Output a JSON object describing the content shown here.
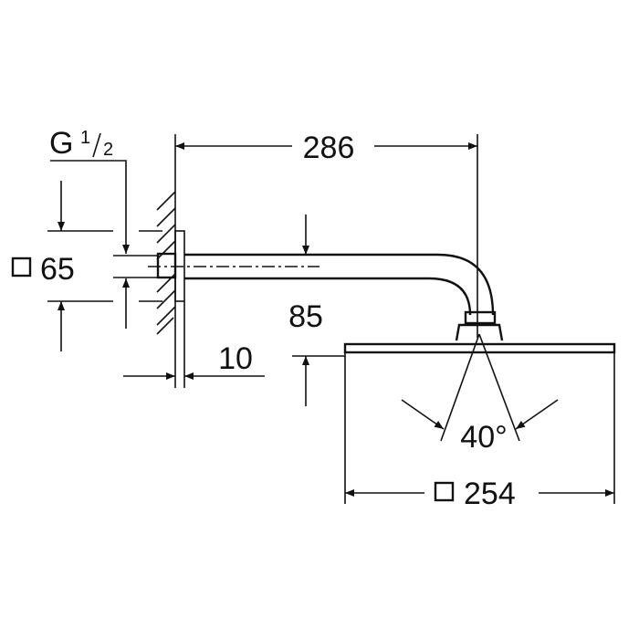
{
  "drawing": {
    "thread_label": "G",
    "thread_fraction_num": "1",
    "thread_fraction_den": "2",
    "dim_arm_length": "286",
    "dim_plate_size": "65",
    "dim_drop": "85",
    "dim_plate_depth": "10",
    "dim_spray_angle": "40°",
    "dim_head_size": "254",
    "square_symbol": "□",
    "line_color": "#111111"
  }
}
